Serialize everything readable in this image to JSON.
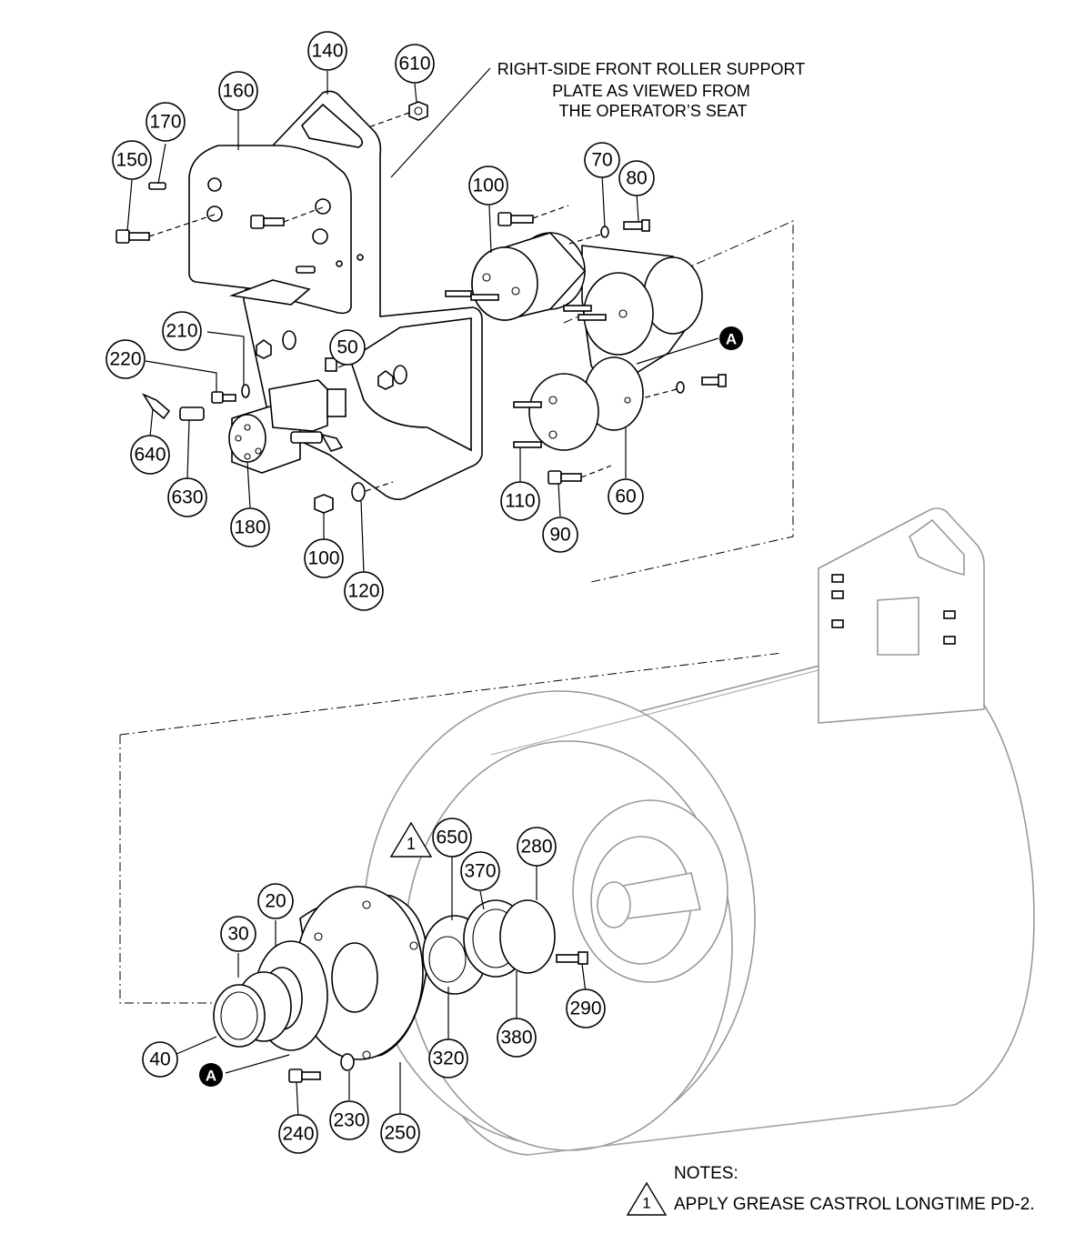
{
  "callout": {
    "lines": [
      "RIGHT-SIDE FRONT ROLLER SUPPORT",
      "PLATE AS VIEWED FROM",
      "THE OPERATOR’S SEAT"
    ]
  },
  "notes": {
    "title": "NOTES:",
    "items": [
      {
        "marker": "1",
        "text": "APPLY GREASE CASTROL LONGTIME PD-2."
      }
    ]
  },
  "diagram_marker": {
    "grease": "1",
    "detail": "A"
  },
  "balloons": [
    "140",
    "610",
    "160",
    "170",
    "150",
    "70",
    "80",
    "100",
    "210",
    "220",
    "50",
    "640",
    "630",
    "180",
    "100",
    "120",
    "110",
    "90",
    "60",
    "650",
    "370",
    "280",
    "20",
    "30",
    "40",
    "320",
    "380",
    "290",
    "240",
    "230",
    "250"
  ]
}
